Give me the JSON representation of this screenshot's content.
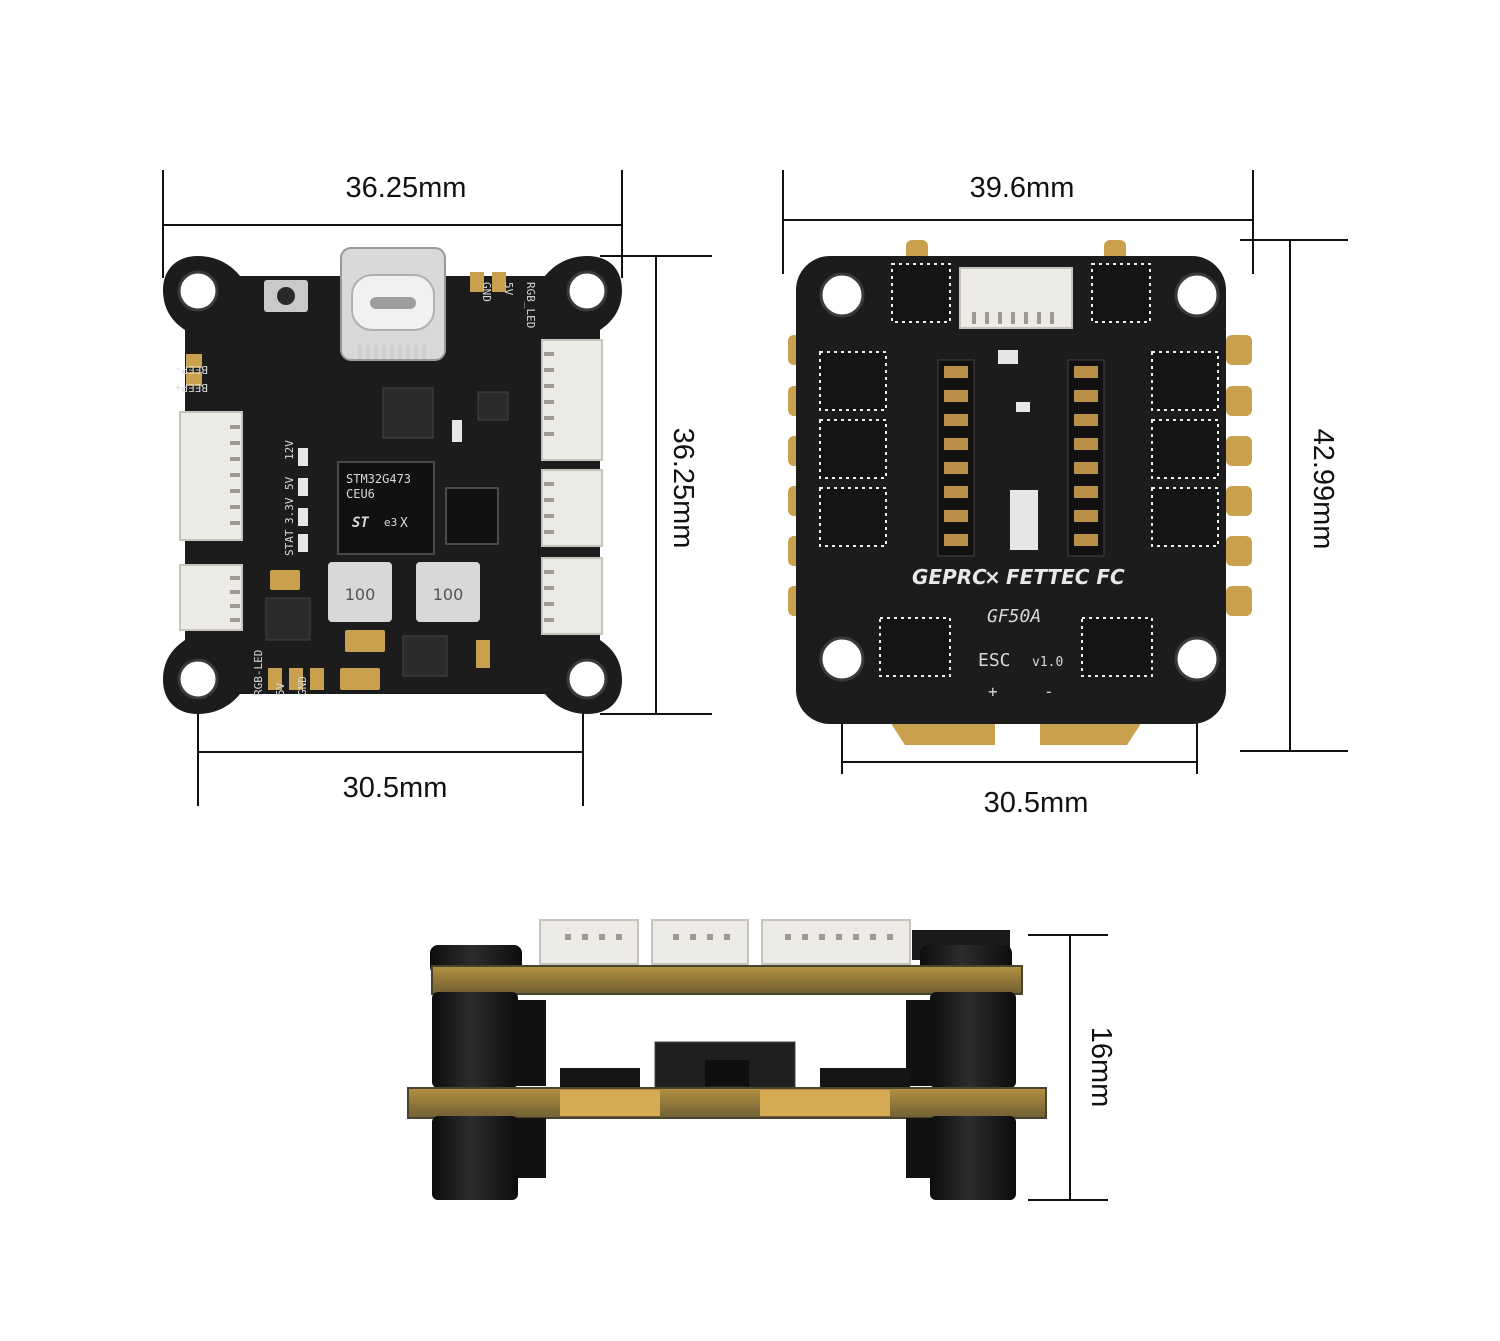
{
  "dimensions": {
    "fc_top_width": "36.25mm",
    "fc_height": "36.25mm",
    "fc_mount": "30.5mm",
    "esc_width": "39.6mm",
    "esc_height": "42.99mm",
    "esc_mount": "30.5mm",
    "stack_height": "16mm"
  },
  "fc_board": {
    "mcu_line1": "STM32G473",
    "mcu_line2": "CEU6",
    "mcu_logo": "ST",
    "mcu_mark": "e3",
    "mcu_x": "X",
    "inductor1": "100",
    "inductor2": "100",
    "beep_minus": "BEEP-",
    "beep_plus": "BEEP+",
    "rgb_led_top": "RGB_LED",
    "gnd_top": "GND",
    "v5_top": "5V",
    "rgb_led_bottom": "RGB-LED",
    "v5_bottom": "5V",
    "gnd_bottom": "GND",
    "label_12v": "12V",
    "label_5v": "5V",
    "label_33v": "3.3V",
    "label_stat": "STAT"
  },
  "esc_board": {
    "brand_left": "GEPRC",
    "brand_x": "×",
    "brand_right": "FETTEC FC",
    "model": "GF50A",
    "esc_label": "ESC",
    "version": "v1.0",
    "plus": "+",
    "minus": "-"
  },
  "colors": {
    "pcb": "#1c1c1c",
    "connector": "#ecebe6",
    "gold": "#c9a04d",
    "line": "#111111"
  }
}
